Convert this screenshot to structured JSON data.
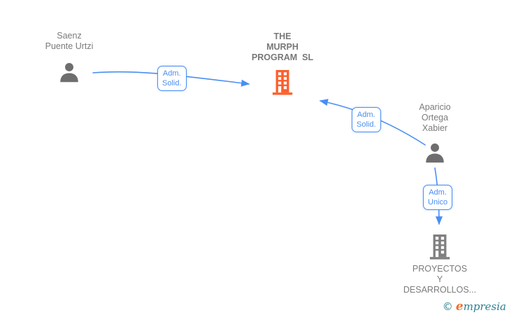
{
  "diagram": {
    "nodes": {
      "person1": {
        "name": "Saenz\nPuente Urtzi",
        "type": "person"
      },
      "company_main": {
        "name": "THE\nMURPH\nPROGRAM  SL",
        "type": "company",
        "highlighted": true
      },
      "person2": {
        "name": "Aparicio\nOrtega\nXabier",
        "type": "person"
      },
      "company2": {
        "name": "PROYECTOS\nY\nDESARROLLOS...",
        "type": "company",
        "highlighted": false
      }
    },
    "edges": [
      {
        "from": "person1",
        "to": "company_main",
        "label": "Adm.\nSolid."
      },
      {
        "from": "person2",
        "to": "company_main",
        "label": "Adm.\nSolid."
      },
      {
        "from": "person2",
        "to": "company2",
        "label": "Adm.\nUnico"
      }
    ],
    "colors": {
      "arrow_blue": "#4a8ef2",
      "company_highlight_orange": "#fd5f2c",
      "company_gray": "#7f7f7f",
      "person_gray": "#6e6e6e",
      "label_text_gray": "#7b7b7b"
    }
  },
  "footer": {
    "copyright_symbol": "©",
    "brand_initial": "e",
    "brand_rest": "mpresia"
  }
}
